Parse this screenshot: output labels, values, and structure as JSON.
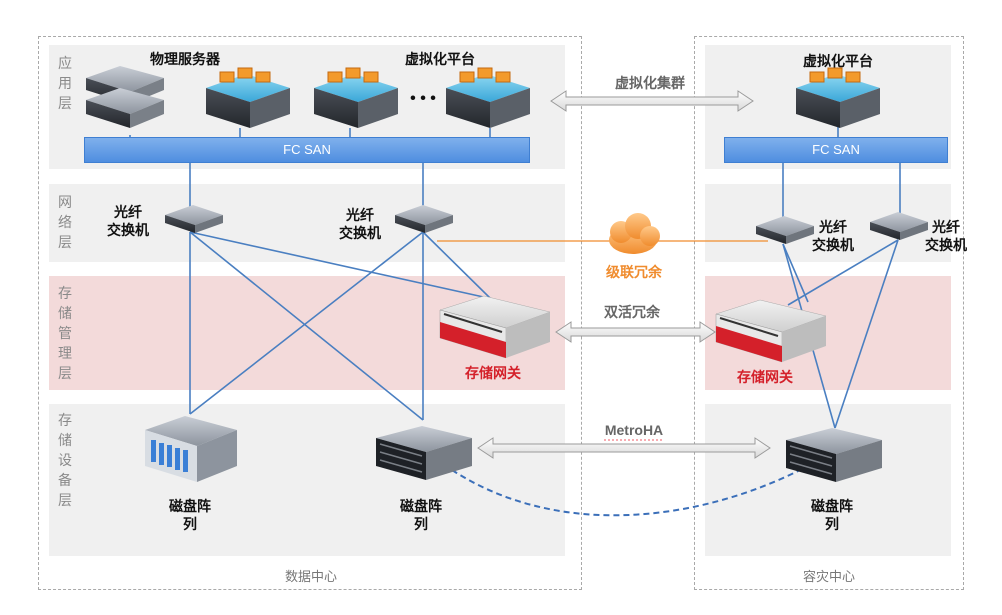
{
  "layers": {
    "application": "应用层",
    "network": "网络层",
    "storage_mgmt": "存储管理层",
    "storage_device": "存储设备层"
  },
  "labels": {
    "physical_server": "物理服务器",
    "virt_platform_left": "虚拟化平台",
    "virt_platform_right": "虚拟化平台",
    "fc_san_left": "FC SAN",
    "fc_san_right": "FC SAN",
    "fiber_switch_1": "光纤\n交换机",
    "fiber_switch_2": "光纤\n交换机",
    "fiber_switch_3": "光纤\n交换机",
    "fiber_switch_4": "光纤\n交换机",
    "storage_gateway_left": "存储网关",
    "storage_gateway_right": "存储网关",
    "disk_array_1": "磁盘阵\n列",
    "disk_array_2": "磁盘阵\n列",
    "disk_array_3": "磁盘阵\n列",
    "ellipsis": "• • •"
  },
  "links": {
    "virt_cluster": "虚拟化集群",
    "cascade_redundancy": "级联冗余",
    "active_active": "双活冗余",
    "metroha": "MetroHA"
  },
  "footers": {
    "data_center": "数据中心",
    "dr_center": "容灾中心"
  },
  "colors": {
    "link_blue": "#4a7fc1",
    "cascade_orange": "#f08c2e",
    "gateway_red": "#d4202a",
    "pink_band": "#f3dada",
    "gray_band": "#f0f0f0"
  }
}
